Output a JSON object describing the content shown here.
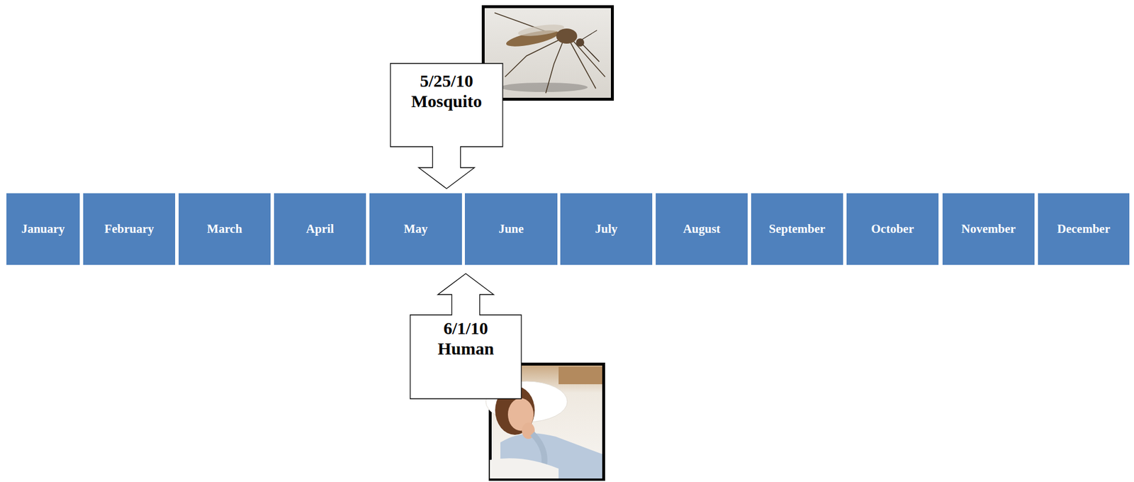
{
  "diagram": {
    "nodes": [
      {
        "text": [
          "5/25/10",
          "Mosquito"
        ]
      },
      {
        "text": [
          "January"
        ]
      },
      {
        "text": [
          "February"
        ]
      },
      {
        "text": [
          "March"
        ]
      },
      {
        "text": [
          "April"
        ]
      },
      {
        "text": [
          "May"
        ]
      },
      {
        "text": [
          "June"
        ]
      },
      {
        "text": [
          "July"
        ]
      },
      {
        "text": [
          "August"
        ]
      },
      {
        "text": [
          "September"
        ]
      },
      {
        "text": [
          "October"
        ]
      },
      {
        "text": [
          "November"
        ]
      },
      {
        "text": [
          "December"
        ]
      },
      {
        "text": [
          "6/1/10",
          "Human"
        ]
      }
    ]
  }
}
